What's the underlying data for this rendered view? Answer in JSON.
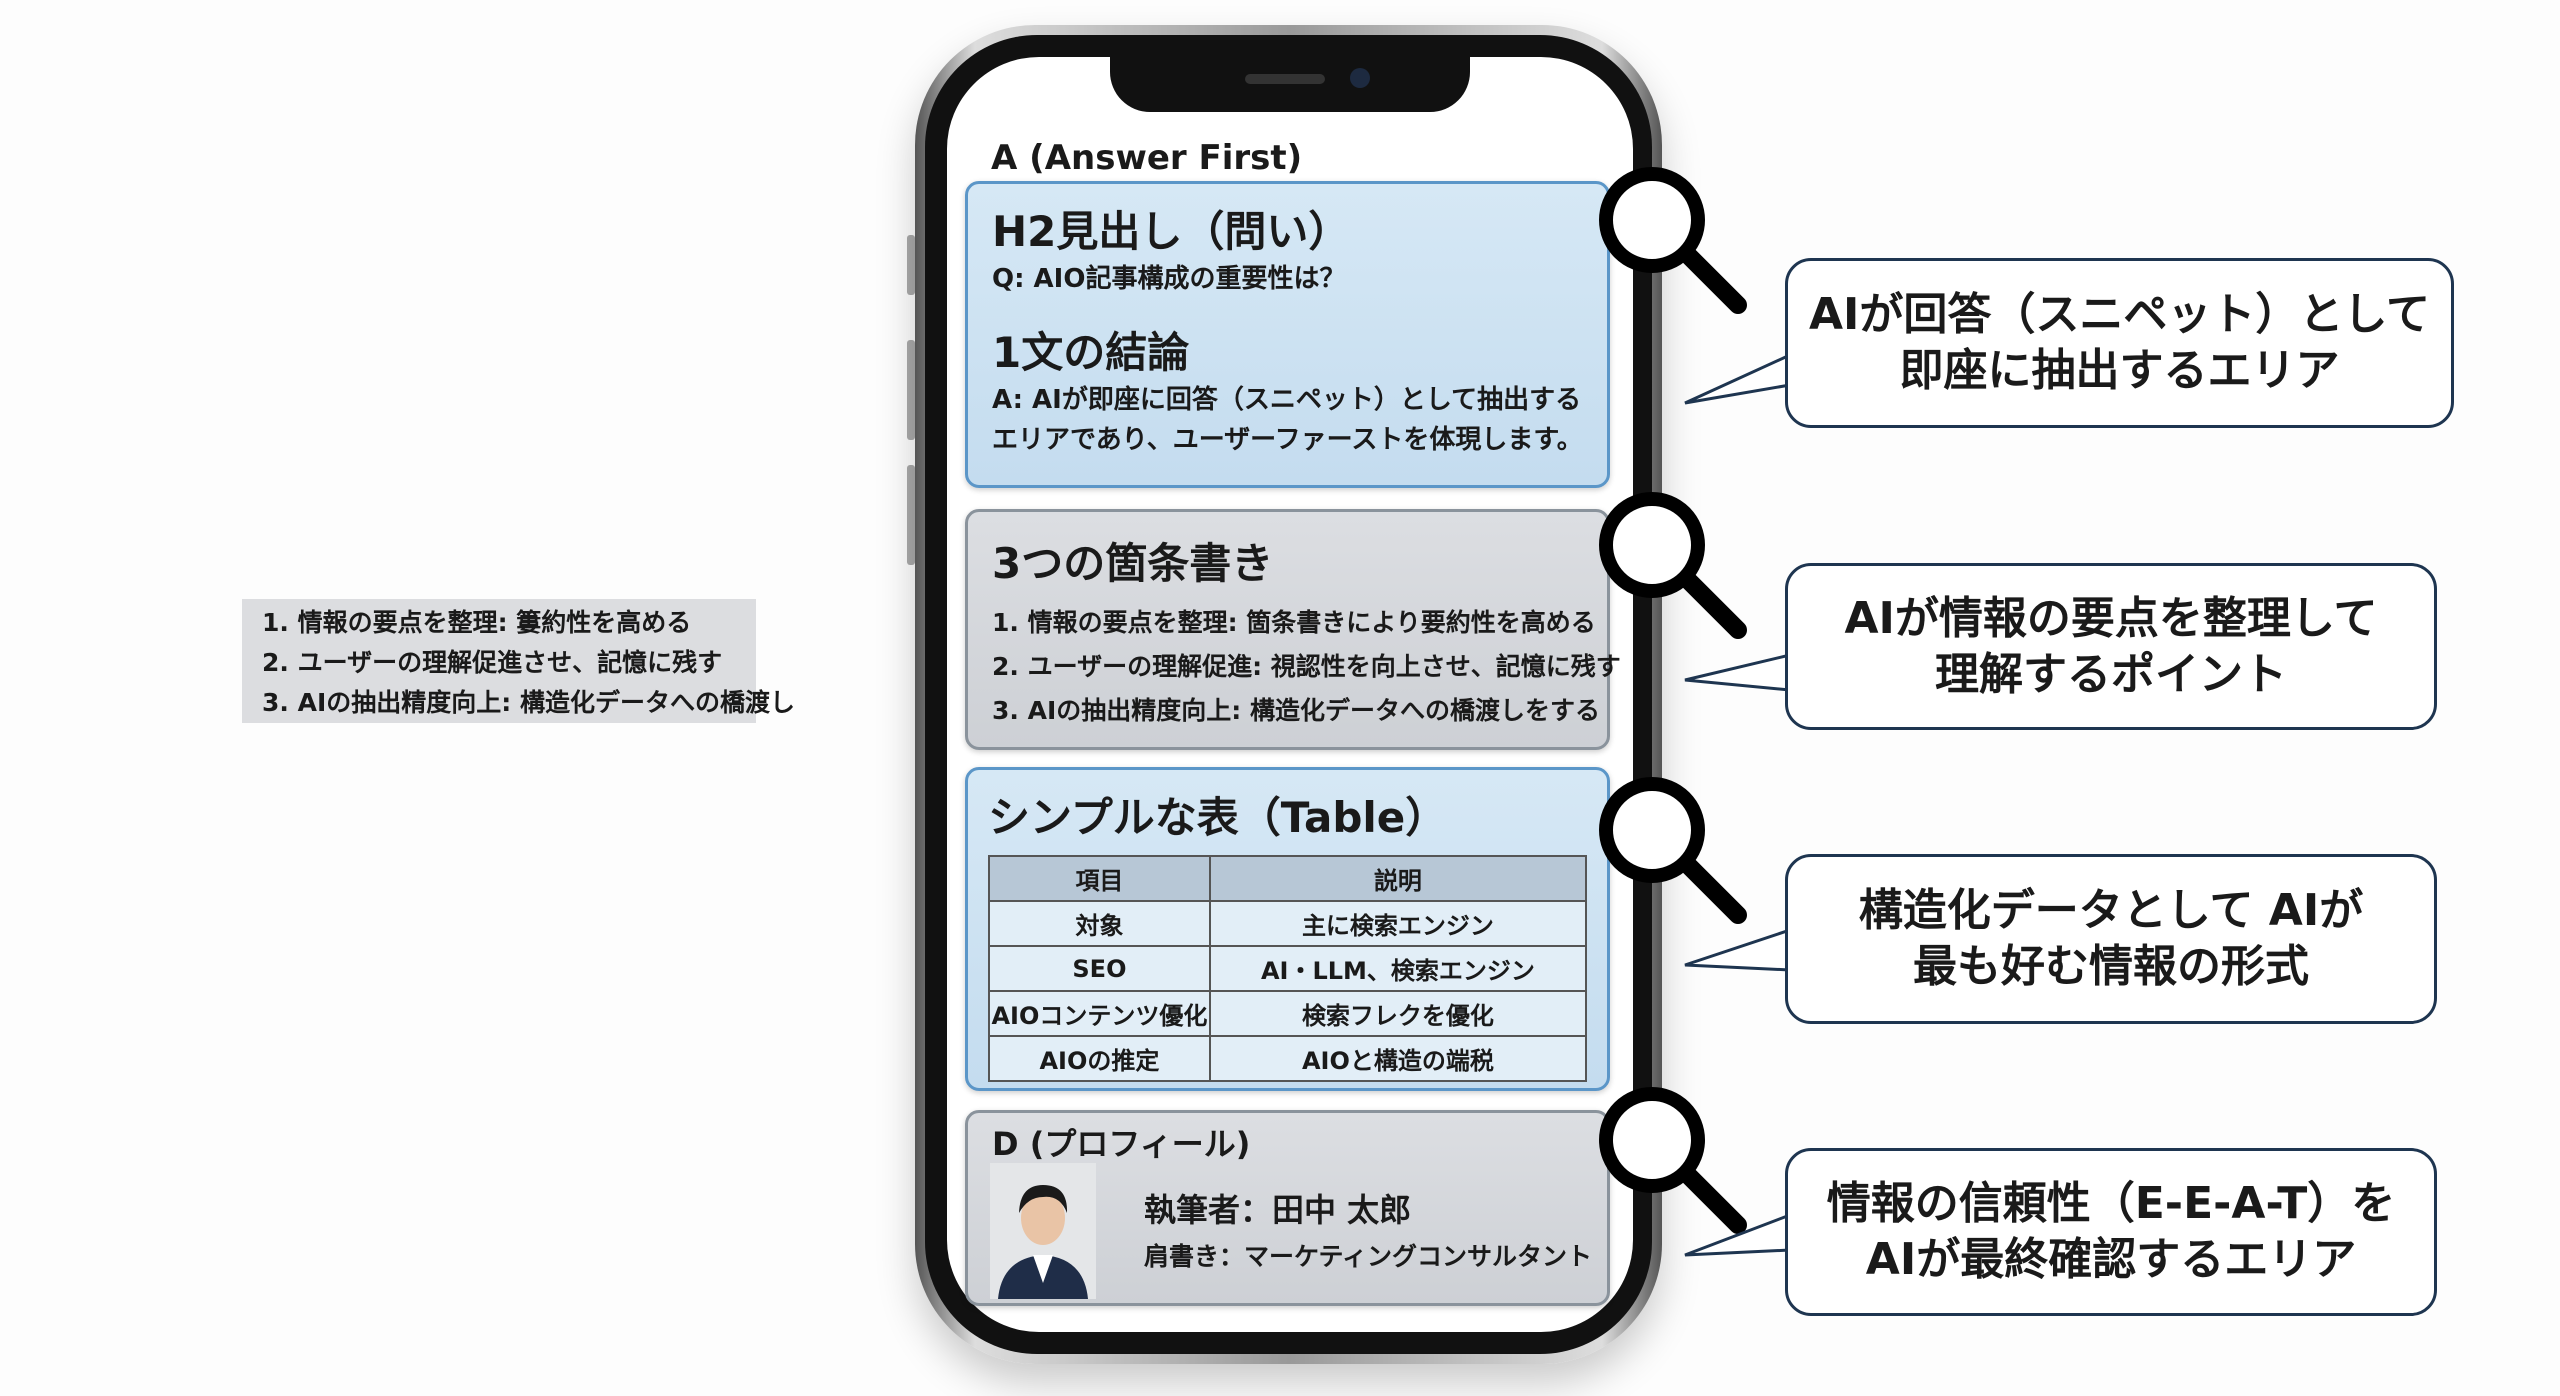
{
  "section_a": {
    "label": "A (Answer First)",
    "heading": "H2見出し（問い）",
    "question": "Q: AIO記事構成の重要性は？",
    "conclusion_heading": "1文の結論",
    "answer_line1": "A: AIが即座に回答（スニペット）として抽出する",
    "answer_line2": "エリアであり、ユーザーファーストを体現します。"
  },
  "section_b": {
    "heading": "3つの箇条書き",
    "items": [
      "1. 情報の要点を整理: 箇条書きにより要約性を高める",
      "2. ユーザーの理解促進: 視認性を向上させ、記憶に残す",
      "3. AIの抽出精度向上: 構造化データへの橋渡しをする"
    ]
  },
  "section_c": {
    "heading": "シンプルな表（Table）",
    "columns": [
      "項目",
      "説明"
    ],
    "rows": [
      [
        "対象",
        "主に検索エンジン"
      ],
      [
        "SEO",
        "AI・LLM、検索エンジン"
      ],
      [
        "AIOコンテンツ優化",
        "検索フレクを優化"
      ],
      [
        "AIOの推定",
        "AIOと構造の端税"
      ]
    ]
  },
  "section_d": {
    "label": "D (プロフィール)",
    "author": "執筆者：田中 太郎",
    "title": "肩書き：マーケティングコンサルタント"
  },
  "callouts": [
    {
      "line1": "AIが回答（スニペット）として",
      "line2": "即座に抽出するエリア"
    },
    {
      "line1": "AIが情報の要点を整理して",
      "line2": "理解するポイント"
    },
    {
      "line1": "構造化データとして AIが",
      "line2": "最も好む情報の形式"
    },
    {
      "line1": "情報の信頼性（E-E-A-T）を",
      "line2": "AIが最終確認するエリア"
    }
  ],
  "floating_list": [
    "1. 情報の要点を整理: 簍約性を高める",
    "2. ユーザーの理解促進させ、記憶に残す",
    "3. AIの抽出精度向上: 構造化データへの橋渡し"
  ]
}
